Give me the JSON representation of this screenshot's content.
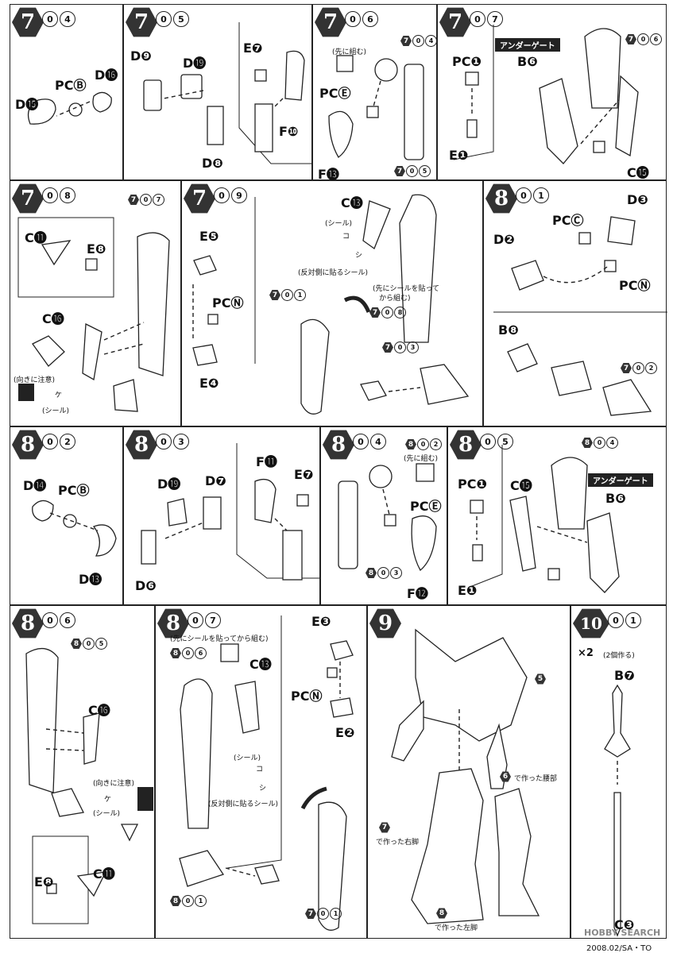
{
  "panels": {
    "p704": {
      "step": "7",
      "sub": [
        "0",
        "4"
      ],
      "labels": {
        "d16": "D⓰",
        "pcb": "PCⒷ",
        "d15": "D⓯"
      }
    },
    "p705": {
      "step": "7",
      "sub": [
        "0",
        "5"
      ],
      "labels": {
        "d9": "D❾",
        "d19": "D⓳",
        "d8": "D❽",
        "e7": "E❼",
        "f10": "F❿"
      }
    },
    "p706": {
      "step": "7",
      "sub": [
        "0",
        "6"
      ],
      "labels": {
        "ref": "704",
        "pre": "(先に組む)",
        "pce": "PCⒺ",
        "f13": "F⓭",
        "ref2": "705"
      }
    },
    "p707": {
      "step": "7",
      "sub": [
        "0",
        "7"
      ],
      "labels": {
        "gate": "アンダーゲート",
        "b6": "B❻",
        "pci": "PC❶",
        "e1": "E❶",
        "c15": "C⓯",
        "ref": "706"
      }
    },
    "p708": {
      "step": "7",
      "sub": [
        "0",
        "8"
      ],
      "labels": {
        "c11": "C⓫",
        "e8": "E❽",
        "ref": "707",
        "c16": "C⓰",
        "note": "(向きに注意)",
        "sticker": "(シール)",
        "ke": "ケ"
      }
    },
    "p709": {
      "step": "7",
      "sub": [
        "0",
        "9"
      ],
      "labels": {
        "e5": "E❺",
        "pcn": "PCⓃ",
        "e4": "E❹",
        "c13": "C⓭",
        "seal": "(シール)",
        "ko": "コ",
        "shi": "シ",
        "rev": "(反対側に貼るシール)",
        "pre": "(先にシールを貼って",
        "pre2": "から組む)",
        "ref1": "701",
        "ref2": "708",
        "ref3": "703"
      }
    },
    "p801": {
      "step": "8",
      "sub": [
        "0",
        "1"
      ],
      "labels": {
        "pcc": "PCⒸ",
        "d3": "D❸",
        "d2": "D❷",
        "pcn": "PCⓃ",
        "b8": "B❽",
        "ref": "702"
      }
    },
    "p802": {
      "step": "8",
      "sub": [
        "0",
        "2"
      ],
      "labels": {
        "d14": "D⓮",
        "pcb": "PCⒷ",
        "d13": "D⓭"
      }
    },
    "p803": {
      "step": "8",
      "sub": [
        "0",
        "3"
      ],
      "labels": {
        "d19": "D⓳",
        "d7": "D❼",
        "d6": "D❻",
        "f11": "F⓫",
        "e7": "E❼"
      }
    },
    "p804": {
      "step": "8",
      "sub": [
        "0",
        "4"
      ],
      "labels": {
        "ref": "802",
        "pre": "(先に組む)",
        "pce": "PCⒺ",
        "ref2": "803",
        "f12": "F⓬"
      }
    },
    "p805": {
      "step": "8",
      "sub": [
        "0",
        "5"
      ],
      "labels": {
        "ref": "804",
        "pci": "PC❶",
        "c15": "C⓯",
        "gate": "アンダーゲート",
        "b6": "B❻",
        "e1": "E❶"
      }
    },
    "p806": {
      "step": "8",
      "sub": [
        "0",
        "6"
      ],
      "labels": {
        "ref": "805",
        "c16": "C⓰",
        "note": "(向きに注意)",
        "ke": "ケ",
        "sticker": "(シール)",
        "e8": "E❽",
        "c11": "C⓫"
      }
    },
    "p807": {
      "step": "8",
      "sub": [
        "0",
        "7"
      ],
      "labels": {
        "pre": "(先にシールを貼ってから組む)",
        "ref": "806",
        "c13": "C⓭",
        "seal": "(シール)",
        "ko": "コ",
        "shi": "シ",
        "rev": "(反対側に貼るシール)",
        "e3": "E❸",
        "pcn": "PCⓃ",
        "e2": "E❷",
        "ref2": "801",
        "ref3": "701"
      }
    },
    "p9": {
      "step": "9",
      "labels": {
        "n5": "5",
        "waist": "で作った腰部",
        "n6": "6",
        "rleg": "で作った右脚",
        "n7": "7",
        "lleg": "で作った左脚",
        "n8": "8"
      }
    },
    "p1001": {
      "step": "10",
      "sub": [
        "0",
        "1"
      ],
      "labels": {
        "x2": "×2",
        "make2": "(2個作る)",
        "b7": "B❼",
        "c3": "C❸"
      }
    }
  },
  "footer": {
    "date": "2008.02/SA・TO",
    "watermark": "HOBBY SEARCH"
  }
}
